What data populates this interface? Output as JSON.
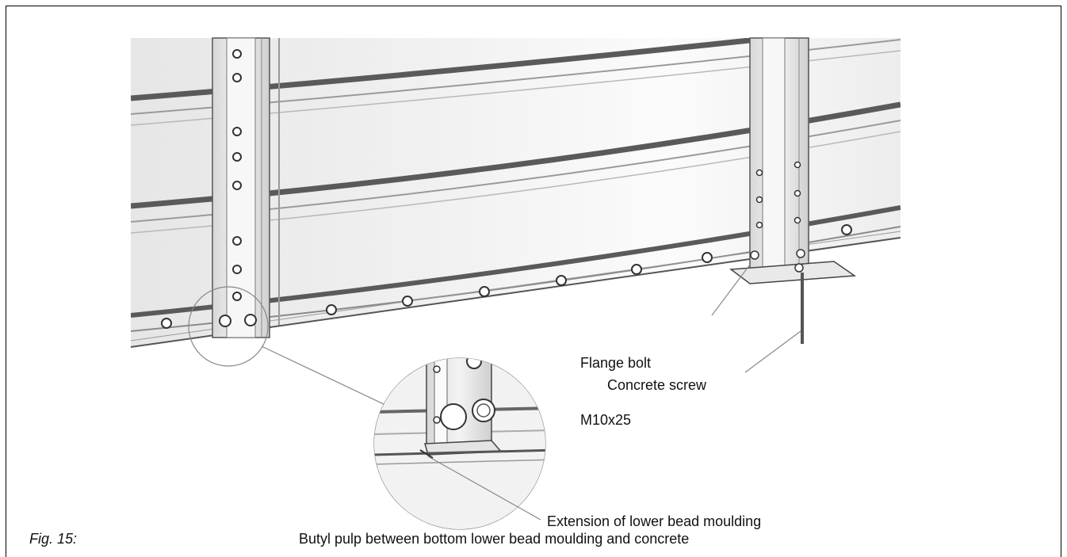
{
  "figure": {
    "number_label": "Fig. 15:",
    "caption": "Butyl pulp between bottom lower bead moulding and concrete"
  },
  "callouts": {
    "flange_bolt_line1": "Flange bolt",
    "flange_bolt_line2": "M10x25",
    "concrete_screw": "Concrete screw",
    "bead_extension": "Extension of lower bead moulding"
  }
}
